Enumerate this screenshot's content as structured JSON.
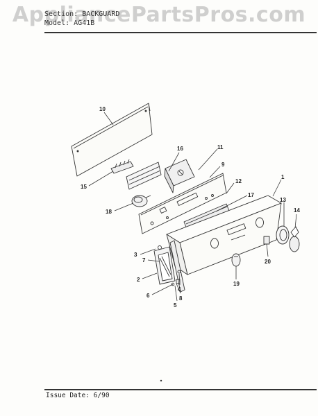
{
  "watermark": "AppliancePartsPros.com",
  "header": {
    "section_label": "Section:",
    "section_value": "BACKGUARD",
    "model_label": "Model:",
    "model_value": "AG41B"
  },
  "footer": {
    "issue_label": "Issue Date:",
    "issue_value": "6/90"
  },
  "callouts": [
    {
      "id": "c10",
      "text": "10"
    },
    {
      "id": "c16",
      "text": "16"
    },
    {
      "id": "c11",
      "text": "11"
    },
    {
      "id": "c9",
      "text": "9"
    },
    {
      "id": "c15",
      "text": "15"
    },
    {
      "id": "c12",
      "text": "12"
    },
    {
      "id": "c1",
      "text": "1"
    },
    {
      "id": "c17",
      "text": "17"
    },
    {
      "id": "c18",
      "text": "18"
    },
    {
      "id": "c13",
      "text": "13"
    },
    {
      "id": "c14",
      "text": "14"
    },
    {
      "id": "c3",
      "text": "3"
    },
    {
      "id": "c7",
      "text": "7"
    },
    {
      "id": "c20",
      "text": "20"
    },
    {
      "id": "c2",
      "text": "2"
    },
    {
      "id": "c19",
      "text": "19"
    },
    {
      "id": "c4",
      "text": "4"
    },
    {
      "id": "c6",
      "text": "6"
    },
    {
      "id": "c8",
      "text": "8"
    },
    {
      "id": "c5",
      "text": "5"
    }
  ]
}
